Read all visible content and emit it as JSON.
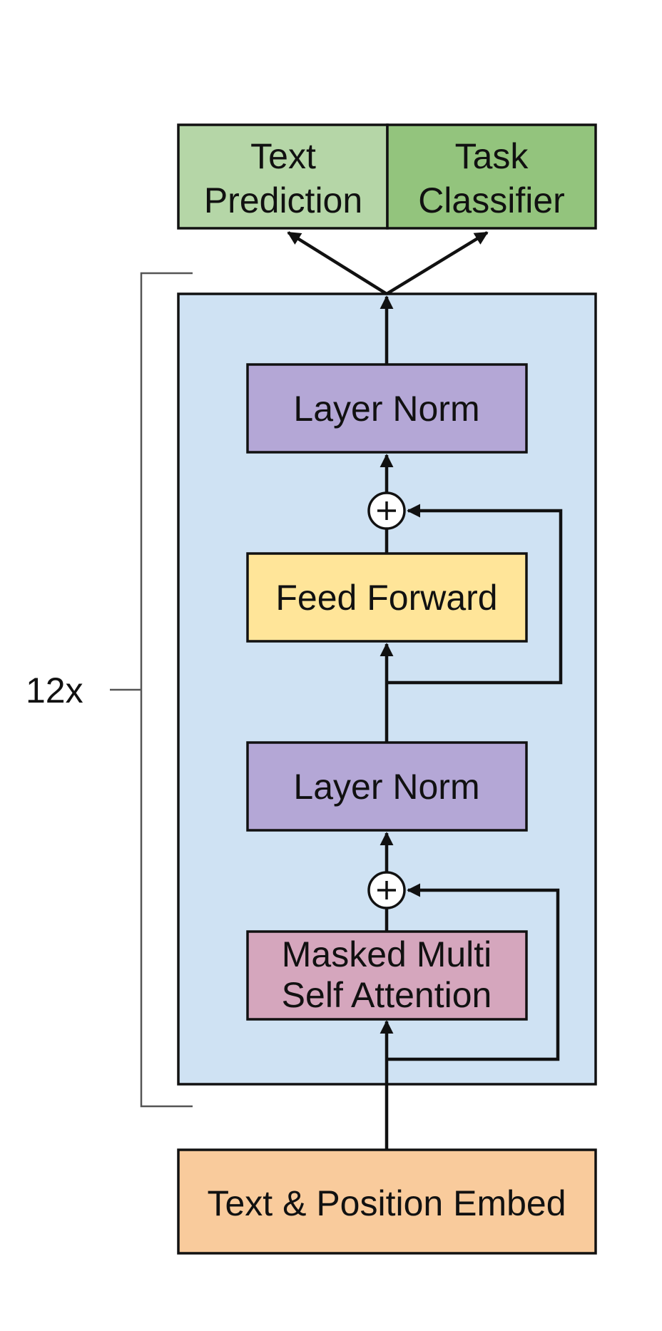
{
  "colors": {
    "head_text_prediction": "#b5d6a7",
    "head_task_classifier": "#93c47d",
    "block_background": "#cfe2f3",
    "layer_norm": "#b4a7d6",
    "feed_forward": "#ffe599",
    "attention": "#d5a6bd",
    "embed": "#f9cb9c",
    "stroke": "#111111"
  },
  "heads": {
    "text_prediction": {
      "line1": "Text",
      "line2": "Prediction"
    },
    "task_classifier": {
      "line1": "Task",
      "line2": "Classifier"
    }
  },
  "block": {
    "repeat_label": "12x",
    "layer_norm_top": "Layer Norm",
    "feed_forward": "Feed Forward",
    "layer_norm_bottom": "Layer Norm",
    "attention": {
      "line1": "Masked Multi",
      "line2": "Self Attention"
    }
  },
  "embed": {
    "label": "Text & Position Embed"
  },
  "icons": {
    "add": "plus-circle-icon",
    "arrowhead": "arrowhead-icon"
  }
}
